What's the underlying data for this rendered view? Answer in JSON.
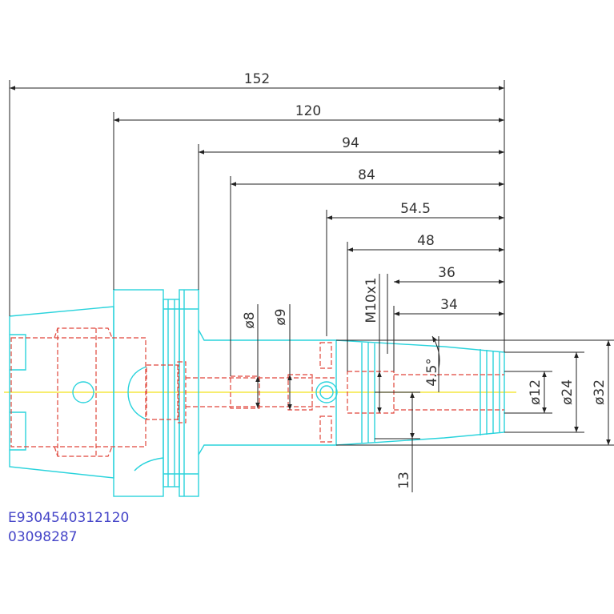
{
  "dimensions": {
    "len_152": "152",
    "len_120": "120",
    "len_94": "94",
    "len_84": "84",
    "len_54_5": "54.5",
    "len_48": "48",
    "len_36": "36",
    "len_34": "34",
    "dia_8": "ø8",
    "dia_9": "ø9",
    "thread": "M10x1",
    "angle": "4.5°",
    "dia_12": "ø12",
    "dia_24": "ø24",
    "dia_32": "ø32",
    "len_13": "13"
  },
  "part": {
    "code": "E9304540312120",
    "number": "03098287"
  },
  "colors": {
    "outline": "#2ad3dc",
    "hidden": "#e0453a",
    "dimension": "#222222",
    "centerline": "#f2e21a",
    "part_text": "#4545c8"
  }
}
